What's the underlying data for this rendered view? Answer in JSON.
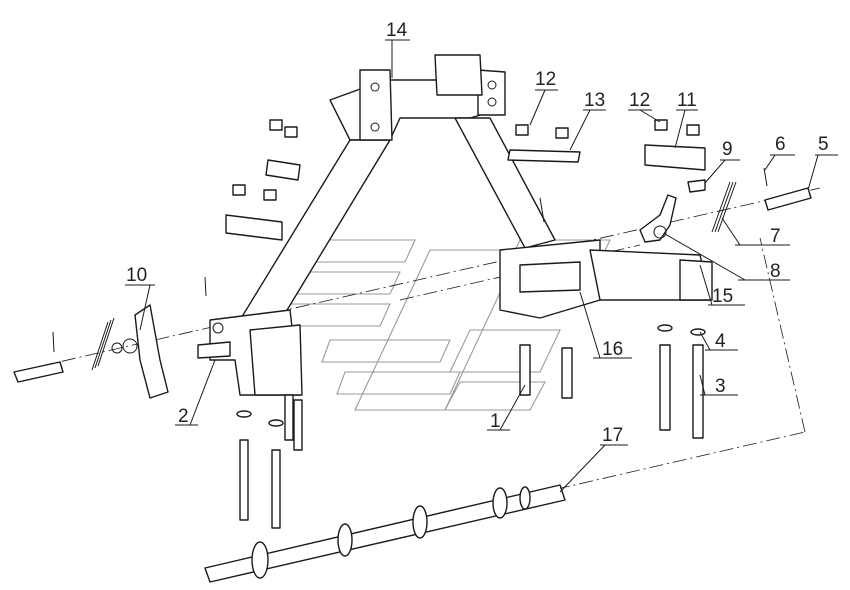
{
  "diagram": {
    "callouts": [
      {
        "id": "1",
        "text": "1"
      },
      {
        "id": "2",
        "text": "2"
      },
      {
        "id": "3",
        "text": "3"
      },
      {
        "id": "4",
        "text": "4"
      },
      {
        "id": "5",
        "text": "5"
      },
      {
        "id": "6",
        "text": "6"
      },
      {
        "id": "7",
        "text": "7"
      },
      {
        "id": "8",
        "text": "8"
      },
      {
        "id": "9",
        "text": "9"
      },
      {
        "id": "10",
        "text": "10"
      },
      {
        "id": "11",
        "text": "11"
      },
      {
        "id": "12a",
        "text": "12"
      },
      {
        "id": "12b",
        "text": "12"
      },
      {
        "id": "13",
        "text": "13"
      },
      {
        "id": "14",
        "text": "14"
      },
      {
        "id": "15",
        "text": "15"
      },
      {
        "id": "16",
        "text": "16"
      },
      {
        "id": "17",
        "text": "17"
      }
    ]
  }
}
